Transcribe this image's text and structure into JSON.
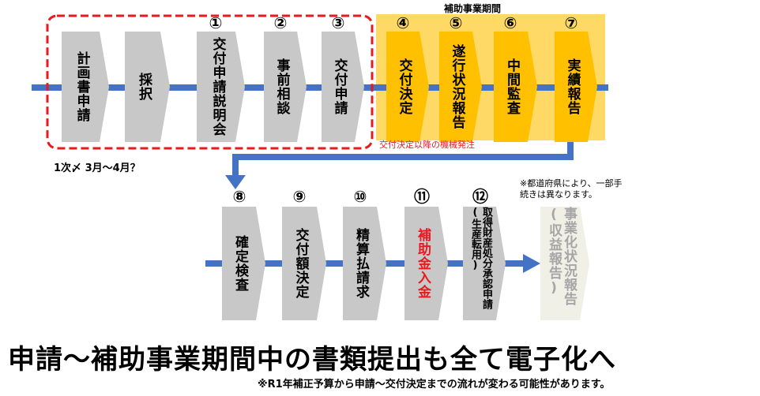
{
  "period_label": "補助事業期間",
  "colors": {
    "arrow_gray": "#c8c8c8",
    "arrow_orange": "#ffc000",
    "period_bg": "#ffd966",
    "line_blue": "#4472c4",
    "dash_red": "#e8191f",
    "red_text": "#e8191f",
    "dim_text": "#a6a6a6"
  },
  "row1": {
    "steps": [
      {
        "num": "",
        "label": "計画書申請"
      },
      {
        "num": "",
        "label": "採択"
      },
      {
        "num": "①",
        "label": "交付申請説明会"
      },
      {
        "num": "②",
        "label": "事前相談"
      },
      {
        "num": "③",
        "label": "交付申請"
      },
      {
        "num": "④",
        "label": "交付決定"
      },
      {
        "num": "⑤",
        "label": "遂行状況報告"
      },
      {
        "num": "⑥",
        "label": "中間監査"
      },
      {
        "num": "⑦",
        "label": "実績報告"
      }
    ],
    "note_first": "1次〆 3月～4月？",
    "note_machine": "交付決定以降の機械発注"
  },
  "row2": {
    "steps": [
      {
        "num": "⑧",
        "label": "確定検査"
      },
      {
        "num": "⑨",
        "label": "交付額決定"
      },
      {
        "num": "⑩",
        "label": "精算払請求"
      },
      {
        "num": "⑪",
        "label": "補助金入金"
      },
      {
        "num": "⑫",
        "label": "取得財産処分承認申請(生産転用)"
      },
      {
        "num": "",
        "label": "事業化状況報告(収益報告)"
      }
    ],
    "note_prefecture": "※都道府県により、一部手続きは異なります。"
  },
  "headline": "申請～補助事業期間中の書類提出も全て電子化へ",
  "footnote": "※R1年補正予算から申請～交付決定までの流れが変わる可能性があります。"
}
